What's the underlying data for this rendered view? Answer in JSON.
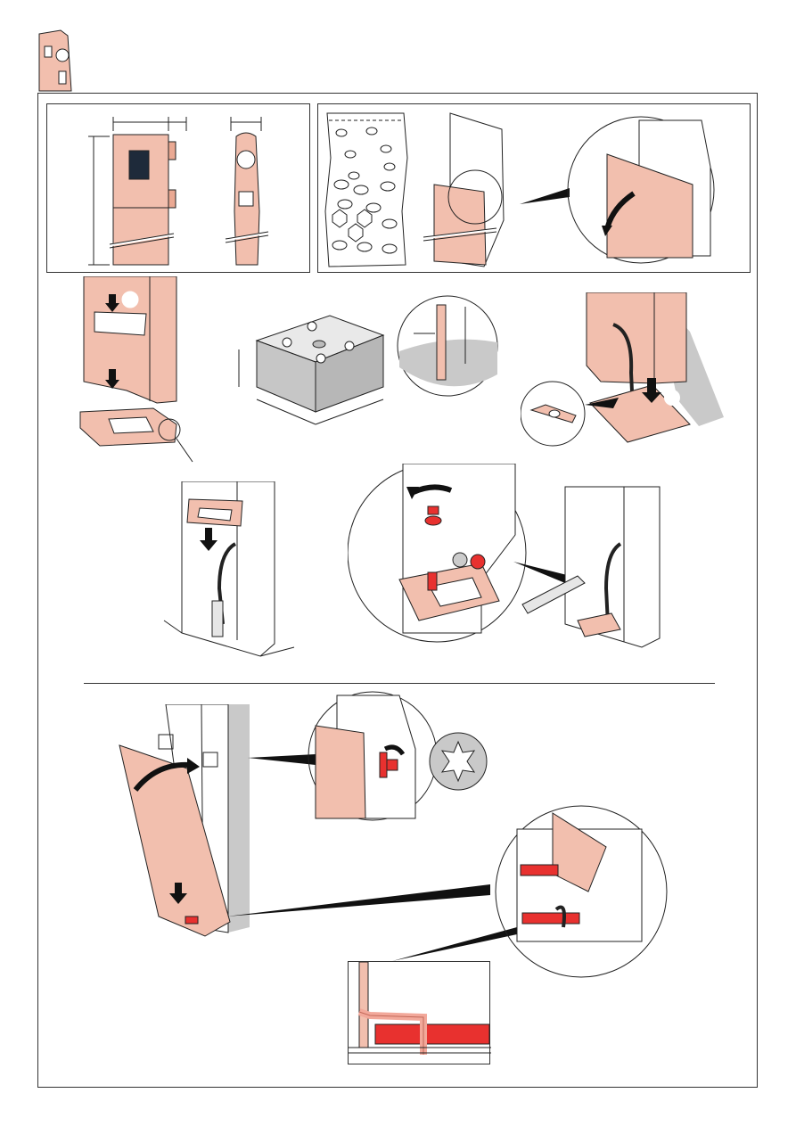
{
  "page": {
    "header_icon": "charging-station-icon",
    "sections": [
      "overview-dimensions",
      "mounting-kit-contents",
      "base-plate-preparation",
      "foundation-block",
      "anchor-bolt-detail",
      "cable-entry-and-plate-fit",
      "column-placement",
      "bolt-tightening",
      "cover-installation",
      "torx-screw-detail",
      "cable-routing-detail"
    ]
  },
  "colors": {
    "product": "#f2bfae",
    "highlight": "#e8312f",
    "shadow": "#c9c9c9",
    "outline": "#222222"
  }
}
